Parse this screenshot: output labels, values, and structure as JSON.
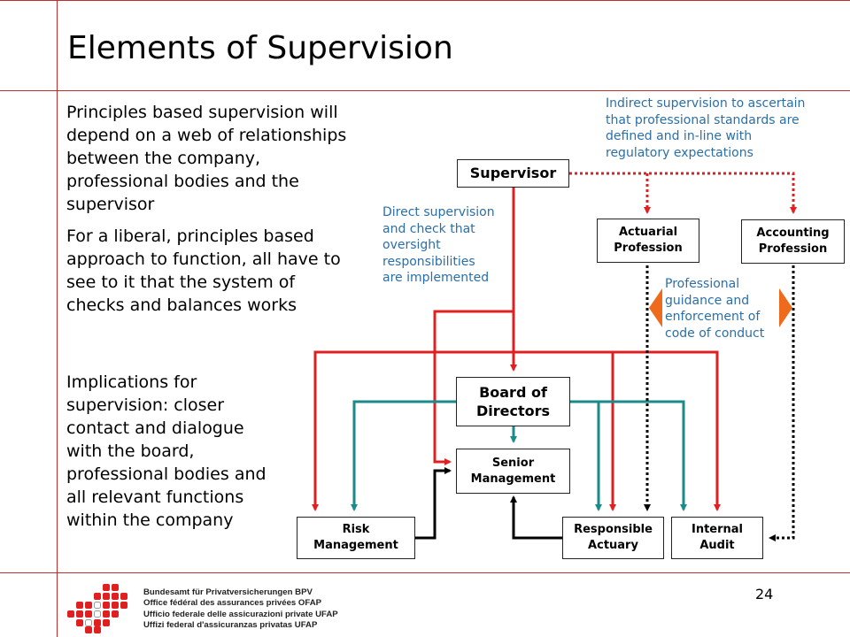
{
  "slide": {
    "title": "Elements of Supervision",
    "page_number": "24"
  },
  "left_text": {
    "p1": "Principles based supervision will depend on a web of relationships between the company, professional bodies and the supervisor",
    "p2": "For a liberal, principles based approach to function, all have to see to it that the system of checks and balances works",
    "p3": "Implications for supervision: closer contact and dialogue with the board, professional bodies and all relevant functions within the company"
  },
  "diagram": {
    "supervisor": "Supervisor",
    "actuarial": [
      "Actuarial",
      "Profession"
    ],
    "accounting": [
      "Accounting",
      "Profession"
    ],
    "board": [
      "Board of",
      "Directors"
    ],
    "senior": [
      "Senior",
      "Management"
    ],
    "risk": [
      "Risk",
      "Management"
    ],
    "resp_actuary": [
      "Responsible",
      "Actuary"
    ],
    "internal_audit": [
      "Internal",
      "Audit"
    ],
    "note_indirect": [
      "Indirect supervision to ascertain",
      "that professional standards are",
      "defined and in-line with",
      "regulatory expectations"
    ],
    "note_direct": [
      "Direct supervision",
      "and check that",
      "oversight",
      "responsibilities",
      "are implemented"
    ],
    "note_professional": [
      "Professional",
      "guidance and",
      "enforcement of",
      "code of conduct"
    ]
  },
  "logo_text": [
    "Bundesamt für Privatversicherungen BPV",
    "Office fédéral des assurances privées OFAP",
    "Ufficio federale delle assicurazioni private UFAP",
    "Uffizi federal d'assicuranzas privatas UFAP"
  ],
  "colors": {
    "rule": "#c0302a",
    "red": "#e02020",
    "teal": "#1a8a8a",
    "black": "#000000",
    "orange": "#ee6a1c",
    "note_blue": "#2b6fa8"
  }
}
